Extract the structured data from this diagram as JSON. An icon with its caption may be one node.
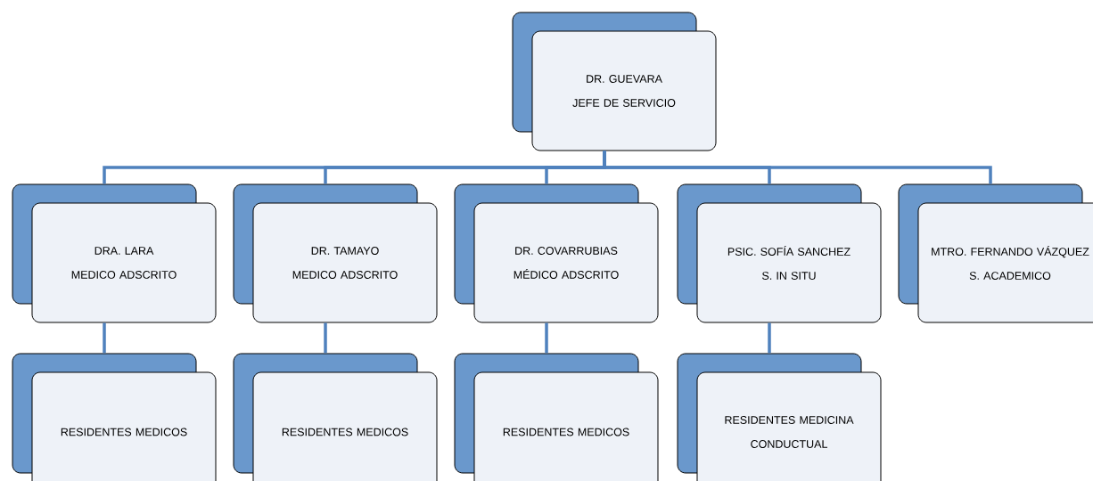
{
  "diagram": {
    "nodes": [
      {
        "text": [
          "DR. GUEVARA",
          "JEFE DE SERVICIO"
        ]
      },
      {
        "text": [
          "DRA. LARA",
          "MEDICO ADSCRITO"
        ]
      },
      {
        "text": [
          "DR. TAMAYO",
          "MEDICO ADSCRITO"
        ]
      },
      {
        "text": [
          "DR. COVARRUBIAS",
          "MÉDICO ADSCRITO"
        ]
      },
      {
        "text": [
          "PSIC. SOFÍA SANCHEZ",
          "S. IN SITU"
        ]
      },
      {
        "text": [
          "MTRO. FERNANDO VÁZQUEZ",
          "S. ACADEMICO"
        ]
      },
      {
        "text": [
          "RESIDENTES MEDICOS"
        ]
      },
      {
        "text": [
          "RESIDENTES MEDICOS"
        ]
      },
      {
        "text": [
          "RESIDENTES MEDICOS"
        ]
      },
      {
        "text": [
          "RESIDENTES MEDICINA CONDUCTUAL"
        ]
      }
    ],
    "edges": [
      {
        "from": 0,
        "to": 1,
        "arrow": "none"
      },
      {
        "from": 0,
        "to": 2,
        "arrow": "none"
      },
      {
        "from": 0,
        "to": 3,
        "arrow": "none"
      },
      {
        "from": 0,
        "to": 4,
        "arrow": "none"
      },
      {
        "from": 0,
        "to": 5,
        "arrow": "none"
      },
      {
        "from": 1,
        "to": 6,
        "arrow": "none"
      },
      {
        "from": 2,
        "to": 7,
        "arrow": "none"
      },
      {
        "from": 3,
        "to": 8,
        "arrow": "none"
      },
      {
        "from": 4,
        "to": 9,
        "arrow": "none"
      }
    ]
  }
}
